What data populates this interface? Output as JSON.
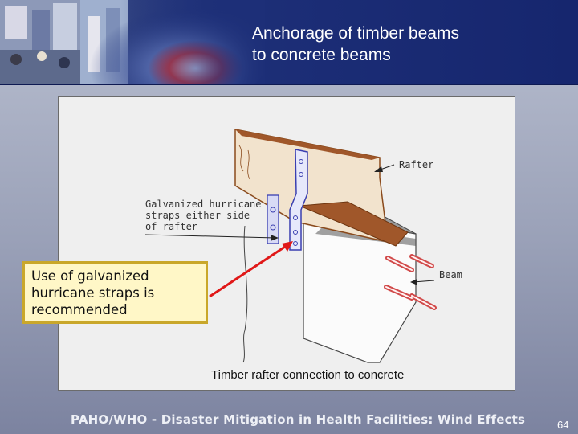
{
  "slide": {
    "title_line1": "Anchorage of timber beams",
    "title_line2": "to concrete beams",
    "footer": "PAHO/WHO - Disaster Mitigation in Health Facilities: Wind Effects",
    "page_number": "64"
  },
  "figure": {
    "label_rafter": "Rafter",
    "label_straps_line1": "Galvanized hurricane",
    "label_straps_line2": "straps either side",
    "label_straps_line3": "of rafter",
    "label_beam": "Beam",
    "caption": "Timber rafter connection to concrete"
  },
  "callout": {
    "line1": "Use of galvanized",
    "line2": "hurricane straps is",
    "line3": "recommended"
  },
  "colors": {
    "header_blue": "#16266e",
    "timber": "#f1e2cc",
    "timber_outline": "#8a4a1c",
    "strap_blue": "#3a3fb0",
    "arrow_red": "#e01818",
    "callout_fill": "#fff7c7",
    "callout_border": "#c9a72a"
  }
}
